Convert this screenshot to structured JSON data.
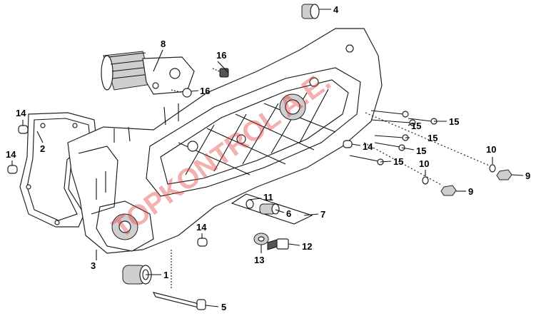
{
  "diagram": {
    "watermark": "TOPKONTROL A.E.",
    "callouts": [
      {
        "id": "c1",
        "label": "1"
      },
      {
        "id": "c2",
        "label": "2"
      },
      {
        "id": "c3",
        "label": "3"
      },
      {
        "id": "c4",
        "label": "4"
      },
      {
        "id": "c5",
        "label": "5"
      },
      {
        "id": "c6",
        "label": "6"
      },
      {
        "id": "c7",
        "label": "7"
      },
      {
        "id": "c8",
        "label": "8"
      },
      {
        "id": "c9a",
        "label": "9"
      },
      {
        "id": "c9b",
        "label": "9"
      },
      {
        "id": "c10a",
        "label": "10"
      },
      {
        "id": "c10b",
        "label": "10"
      },
      {
        "id": "c11",
        "label": "11"
      },
      {
        "id": "c12",
        "label": "12"
      },
      {
        "id": "c13",
        "label": "13"
      },
      {
        "id": "c14a",
        "label": "14"
      },
      {
        "id": "c14b",
        "label": "14"
      },
      {
        "id": "c14c",
        "label": "14"
      },
      {
        "id": "c14d",
        "label": "14"
      },
      {
        "id": "c15a",
        "label": "15"
      },
      {
        "id": "c15b",
        "label": "15"
      },
      {
        "id": "c15c",
        "label": "15"
      },
      {
        "id": "c15d",
        "label": "15"
      },
      {
        "id": "c15e",
        "label": "15"
      },
      {
        "id": "c16a",
        "label": "16"
      },
      {
        "id": "c16b",
        "label": "16"
      }
    ]
  }
}
